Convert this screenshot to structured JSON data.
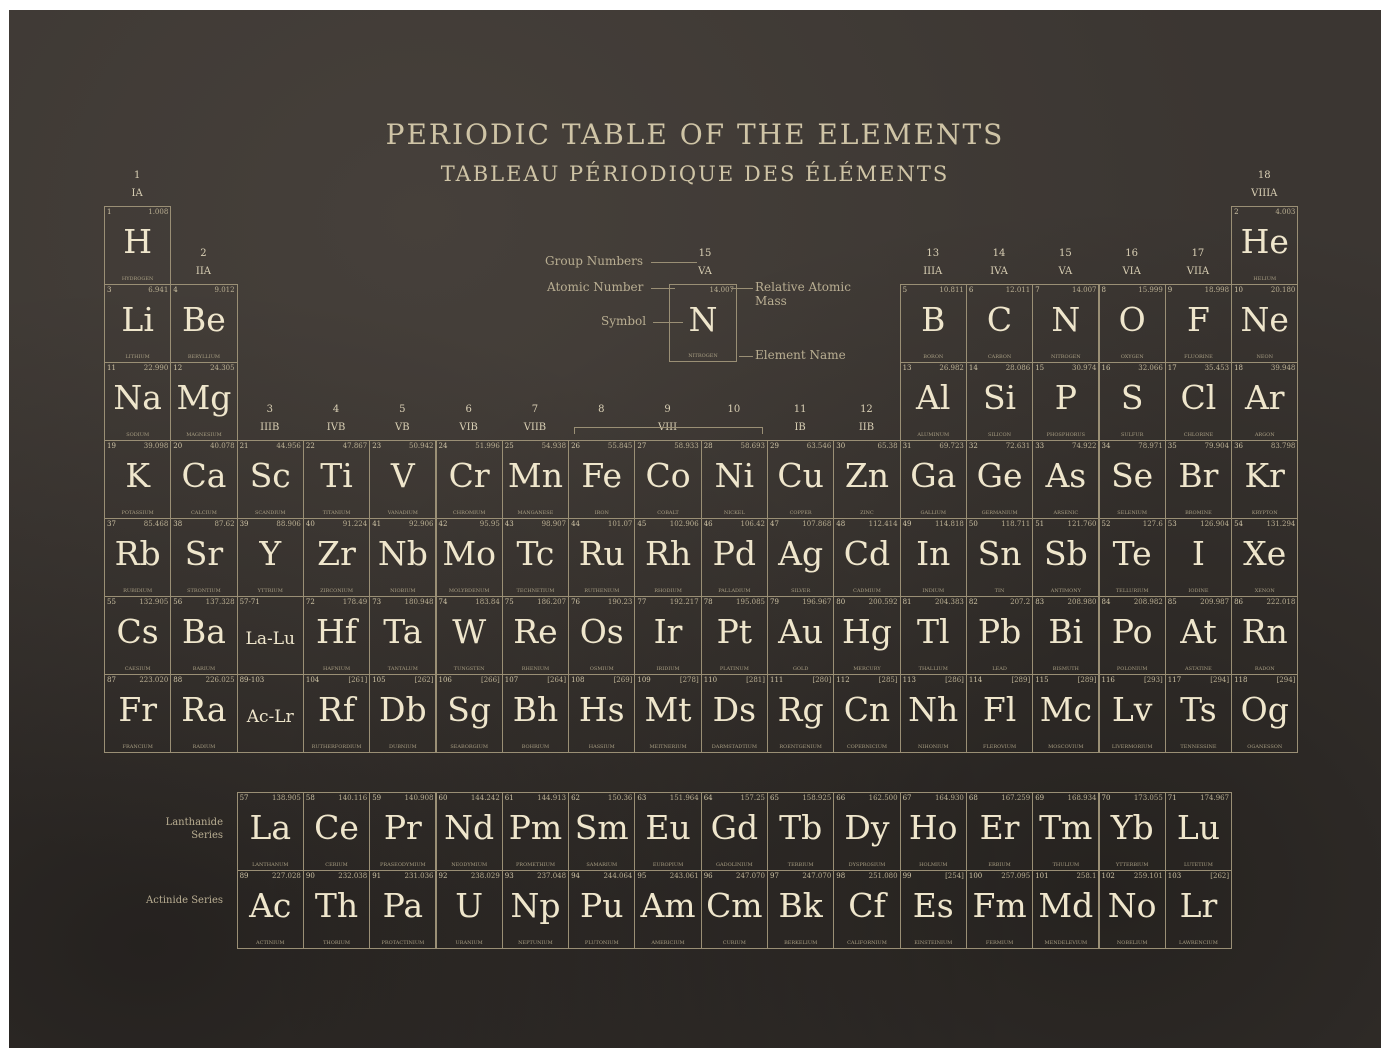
{
  "title": "PERIODIC TABLE OF THE ELEMENTS",
  "subtitle": "TABLEAU PÉRIODIQUE DES ÉLÉMENTS",
  "legend": {
    "group_numbers": "Group Numbers",
    "atomic_number": "Atomic Number",
    "symbol": "Symbol",
    "relative_atomic_mass": "Relative Atomic Mass",
    "element_name": "Element Name",
    "example": {
      "group_num": "15",
      "group_roman": "VA",
      "symbol": "N",
      "mass": "14.007",
      "name": "NITROGEN"
    }
  },
  "series_labels": {
    "lanthanide": "Lanthanide Series",
    "actinide": "Actinide Series"
  },
  "groups": [
    {
      "num": "1",
      "roman": "IA",
      "col": 1,
      "row": 1
    },
    {
      "num": "2",
      "roman": "IIA",
      "col": 2,
      "row": 2
    },
    {
      "num": "3",
      "roman": "IIIB",
      "col": 3,
      "row": 4
    },
    {
      "num": "4",
      "roman": "IVB",
      "col": 4,
      "row": 4
    },
    {
      "num": "5",
      "roman": "VB",
      "col": 5,
      "row": 4
    },
    {
      "num": "6",
      "roman": "VIB",
      "col": 6,
      "row": 4
    },
    {
      "num": "7",
      "roman": "VIIB",
      "col": 7,
      "row": 4
    },
    {
      "num": "8",
      "roman": "",
      "col": 8,
      "row": 4
    },
    {
      "num": "9",
      "roman": "VIII",
      "col": 9,
      "row": 4
    },
    {
      "num": "10",
      "roman": "",
      "col": 10,
      "row": 4
    },
    {
      "num": "11",
      "roman": "IB",
      "col": 11,
      "row": 4
    },
    {
      "num": "12",
      "roman": "IIB",
      "col": 12,
      "row": 4
    },
    {
      "num": "13",
      "roman": "IIIA",
      "col": 13,
      "row": 2
    },
    {
      "num": "14",
      "roman": "IVA",
      "col": 14,
      "row": 2
    },
    {
      "num": "15",
      "roman": "VA",
      "col": 15,
      "row": 2
    },
    {
      "num": "16",
      "roman": "VIA",
      "col": 16,
      "row": 2
    },
    {
      "num": "17",
      "roman": "VIIA",
      "col": 17,
      "row": 2
    },
    {
      "num": "18",
      "roman": "VIIIA",
      "col": 18,
      "row": 1
    }
  ],
  "elements": [
    {
      "n": "1",
      "s": "H",
      "m": "1.008",
      "name": "HYDROGEN",
      "r": 1,
      "c": 1
    },
    {
      "n": "2",
      "s": "He",
      "m": "4.003",
      "name": "HELIUM",
      "r": 1,
      "c": 18
    },
    {
      "n": "3",
      "s": "Li",
      "m": "6.941",
      "name": "LITHIUM",
      "r": 2,
      "c": 1
    },
    {
      "n": "4",
      "s": "Be",
      "m": "9.012",
      "name": "BERYLLIUM",
      "r": 2,
      "c": 2
    },
    {
      "n": "5",
      "s": "B",
      "m": "10.811",
      "name": "BORON",
      "r": 2,
      "c": 13
    },
    {
      "n": "6",
      "s": "C",
      "m": "12.011",
      "name": "CARBON",
      "r": 2,
      "c": 14
    },
    {
      "n": "7",
      "s": "N",
      "m": "14.007",
      "name": "NITROGEN",
      "r": 2,
      "c": 15
    },
    {
      "n": "8",
      "s": "O",
      "m": "15.999",
      "name": "OXYGEN",
      "r": 2,
      "c": 16
    },
    {
      "n": "9",
      "s": "F",
      "m": "18.998",
      "name": "FLUORINE",
      "r": 2,
      "c": 17
    },
    {
      "n": "10",
      "s": "Ne",
      "m": "20.180",
      "name": "NEON",
      "r": 2,
      "c": 18
    },
    {
      "n": "11",
      "s": "Na",
      "m": "22.990",
      "name": "SODIUM",
      "r": 3,
      "c": 1
    },
    {
      "n": "12",
      "s": "Mg",
      "m": "24.305",
      "name": "MAGNESIUM",
      "r": 3,
      "c": 2
    },
    {
      "n": "13",
      "s": "Al",
      "m": "26.982",
      "name": "ALUMINUM",
      "r": 3,
      "c": 13
    },
    {
      "n": "14",
      "s": "Si",
      "m": "28.086",
      "name": "SILICON",
      "r": 3,
      "c": 14
    },
    {
      "n": "15",
      "s": "P",
      "m": "30.974",
      "name": "PHOSPHORUS",
      "r": 3,
      "c": 15
    },
    {
      "n": "16",
      "s": "S",
      "m": "32.066",
      "name": "SULFUR",
      "r": 3,
      "c": 16
    },
    {
      "n": "17",
      "s": "Cl",
      "m": "35.453",
      "name": "CHLORINE",
      "r": 3,
      "c": 17
    },
    {
      "n": "18",
      "s": "Ar",
      "m": "39.948",
      "name": "ARGON",
      "r": 3,
      "c": 18
    },
    {
      "n": "19",
      "s": "K",
      "m": "39.098",
      "name": "POTASSIUM",
      "r": 4,
      "c": 1
    },
    {
      "n": "20",
      "s": "Ca",
      "m": "40.078",
      "name": "CALCIUM",
      "r": 4,
      "c": 2
    },
    {
      "n": "21",
      "s": "Sc",
      "m": "44.956",
      "name": "SCANDIUM",
      "r": 4,
      "c": 3
    },
    {
      "n": "22",
      "s": "Ti",
      "m": "47.867",
      "name": "TITANIUM",
      "r": 4,
      "c": 4
    },
    {
      "n": "23",
      "s": "V",
      "m": "50.942",
      "name": "VANADIUM",
      "r": 4,
      "c": 5
    },
    {
      "n": "24",
      "s": "Cr",
      "m": "51.996",
      "name": "CHROMIUM",
      "r": 4,
      "c": 6
    },
    {
      "n": "25",
      "s": "Mn",
      "m": "54.938",
      "name": "MANGANESE",
      "r": 4,
      "c": 7
    },
    {
      "n": "26",
      "s": "Fe",
      "m": "55.845",
      "name": "IRON",
      "r": 4,
      "c": 8
    },
    {
      "n": "27",
      "s": "Co",
      "m": "58.933",
      "name": "COBALT",
      "r": 4,
      "c": 9
    },
    {
      "n": "28",
      "s": "Ni",
      "m": "58.693",
      "name": "NICKEL",
      "r": 4,
      "c": 10
    },
    {
      "n": "29",
      "s": "Cu",
      "m": "63.546",
      "name": "COPPER",
      "r": 4,
      "c": 11
    },
    {
      "n": "30",
      "s": "Zn",
      "m": "65.38",
      "name": "ZINC",
      "r": 4,
      "c": 12
    },
    {
      "n": "31",
      "s": "Ga",
      "m": "69.723",
      "name": "GALLIUM",
      "r": 4,
      "c": 13
    },
    {
      "n": "32",
      "s": "Ge",
      "m": "72.631",
      "name": "GERMANIUM",
      "r": 4,
      "c": 14
    },
    {
      "n": "33",
      "s": "As",
      "m": "74.922",
      "name": "ARSENIC",
      "r": 4,
      "c": 15
    },
    {
      "n": "34",
      "s": "Se",
      "m": "78.971",
      "name": "SELENIUM",
      "r": 4,
      "c": 16
    },
    {
      "n": "35",
      "s": "Br",
      "m": "79.904",
      "name": "BROMINE",
      "r": 4,
      "c": 17
    },
    {
      "n": "36",
      "s": "Kr",
      "m": "83.798",
      "name": "KRYPTON",
      "r": 4,
      "c": 18
    },
    {
      "n": "37",
      "s": "Rb",
      "m": "85.468",
      "name": "RUBIDIUM",
      "r": 5,
      "c": 1
    },
    {
      "n": "38",
      "s": "Sr",
      "m": "87.62",
      "name": "STRONTIUM",
      "r": 5,
      "c": 2
    },
    {
      "n": "39",
      "s": "Y",
      "m": "88.906",
      "name": "YTTRIUM",
      "r": 5,
      "c": 3
    },
    {
      "n": "40",
      "s": "Zr",
      "m": "91.224",
      "name": "ZIRCONIUM",
      "r": 5,
      "c": 4
    },
    {
      "n": "41",
      "s": "Nb",
      "m": "92.906",
      "name": "NIOBIUM",
      "r": 5,
      "c": 5
    },
    {
      "n": "42",
      "s": "Mo",
      "m": "95.95",
      "name": "MOLYBDENUM",
      "r": 5,
      "c": 6
    },
    {
      "n": "43",
      "s": "Tc",
      "m": "98.907",
      "name": "TECHNETIUM",
      "r": 5,
      "c": 7
    },
    {
      "n": "44",
      "s": "Ru",
      "m": "101.07",
      "name": "RUTHENIUM",
      "r": 5,
      "c": 8
    },
    {
      "n": "45",
      "s": "Rh",
      "m": "102.906",
      "name": "RHODIUM",
      "r": 5,
      "c": 9
    },
    {
      "n": "46",
      "s": "Pd",
      "m": "106.42",
      "name": "PALLADIUM",
      "r": 5,
      "c": 10
    },
    {
      "n": "47",
      "s": "Ag",
      "m": "107.868",
      "name": "SILVER",
      "r": 5,
      "c": 11
    },
    {
      "n": "48",
      "s": "Cd",
      "m": "112.414",
      "name": "CADMIUM",
      "r": 5,
      "c": 12
    },
    {
      "n": "49",
      "s": "In",
      "m": "114.818",
      "name": "INDIUM",
      "r": 5,
      "c": 13
    },
    {
      "n": "50",
      "s": "Sn",
      "m": "118.711",
      "name": "TIN",
      "r": 5,
      "c": 14
    },
    {
      "n": "51",
      "s": "Sb",
      "m": "121.760",
      "name": "ANTIMONY",
      "r": 5,
      "c": 15
    },
    {
      "n": "52",
      "s": "Te",
      "m": "127.6",
      "name": "TELLURIUM",
      "r": 5,
      "c": 16
    },
    {
      "n": "53",
      "s": "I",
      "m": "126.904",
      "name": "IODINE",
      "r": 5,
      "c": 17
    },
    {
      "n": "54",
      "s": "Xe",
      "m": "131.294",
      "name": "XENON",
      "r": 5,
      "c": 18
    },
    {
      "n": "55",
      "s": "Cs",
      "m": "132.905",
      "name": "CAESIUM",
      "r": 6,
      "c": 1
    },
    {
      "n": "56",
      "s": "Ba",
      "m": "137.328",
      "name": "BARIUM",
      "r": 6,
      "c": 2
    },
    {
      "n": "57-71",
      "s": "La-Lu",
      "m": "",
      "name": "",
      "r": 6,
      "c": 3,
      "small": true
    },
    {
      "n": "72",
      "s": "Hf",
      "m": "178.49",
      "name": "HAFNIUM",
      "r": 6,
      "c": 4
    },
    {
      "n": "73",
      "s": "Ta",
      "m": "180.948",
      "name": "TANTALUM",
      "r": 6,
      "c": 5
    },
    {
      "n": "74",
      "s": "W",
      "m": "183.84",
      "name": "TUNGSTEN",
      "r": 6,
      "c": 6
    },
    {
      "n": "75",
      "s": "Re",
      "m": "186.207",
      "name": "RHENIUM",
      "r": 6,
      "c": 7
    },
    {
      "n": "76",
      "s": "Os",
      "m": "190.23",
      "name": "OSMIUM",
      "r": 6,
      "c": 8
    },
    {
      "n": "77",
      "s": "Ir",
      "m": "192.217",
      "name": "IRIDIUM",
      "r": 6,
      "c": 9
    },
    {
      "n": "78",
      "s": "Pt",
      "m": "195.085",
      "name": "PLATINUM",
      "r": 6,
      "c": 10
    },
    {
      "n": "79",
      "s": "Au",
      "m": "196.967",
      "name": "GOLD",
      "r": 6,
      "c": 11
    },
    {
      "n": "80",
      "s": "Hg",
      "m": "200.592",
      "name": "MERCURY",
      "r": 6,
      "c": 12
    },
    {
      "n": "81",
      "s": "Tl",
      "m": "204.383",
      "name": "THALLIUM",
      "r": 6,
      "c": 13
    },
    {
      "n": "82",
      "s": "Pb",
      "m": "207.2",
      "name": "LEAD",
      "r": 6,
      "c": 14
    },
    {
      "n": "83",
      "s": "Bi",
      "m": "208.980",
      "name": "BISMUTH",
      "r": 6,
      "c": 15
    },
    {
      "n": "84",
      "s": "Po",
      "m": "208.982",
      "name": "POLONIUM",
      "r": 6,
      "c": 16
    },
    {
      "n": "85",
      "s": "At",
      "m": "209.987",
      "name": "ASTATINE",
      "r": 6,
      "c": 17
    },
    {
      "n": "86",
      "s": "Rn",
      "m": "222.018",
      "name": "RADON",
      "r": 6,
      "c": 18
    },
    {
      "n": "87",
      "s": "Fr",
      "m": "223.020",
      "name": "FRANCIUM",
      "r": 7,
      "c": 1
    },
    {
      "n": "88",
      "s": "Ra",
      "m": "226.025",
      "name": "RADIUM",
      "r": 7,
      "c": 2
    },
    {
      "n": "89-103",
      "s": "Ac-Lr",
      "m": "",
      "name": "",
      "r": 7,
      "c": 3,
      "small": true
    },
    {
      "n": "104",
      "s": "Rf",
      "m": "[261]",
      "name": "RUTHERFORDIUM",
      "r": 7,
      "c": 4
    },
    {
      "n": "105",
      "s": "Db",
      "m": "[262]",
      "name": "DUBNIUM",
      "r": 7,
      "c": 5
    },
    {
      "n": "106",
      "s": "Sg",
      "m": "[266]",
      "name": "SEABORGIUM",
      "r": 7,
      "c": 6
    },
    {
      "n": "107",
      "s": "Bh",
      "m": "[264]",
      "name": "BOHRIUM",
      "r": 7,
      "c": 7
    },
    {
      "n": "108",
      "s": "Hs",
      "m": "[269]",
      "name": "HASSIUM",
      "r": 7,
      "c": 8
    },
    {
      "n": "109",
      "s": "Mt",
      "m": "[278]",
      "name": "MEITNERIUM",
      "r": 7,
      "c": 9
    },
    {
      "n": "110",
      "s": "Ds",
      "m": "[281]",
      "name": "DARMSTADTIUM",
      "r": 7,
      "c": 10
    },
    {
      "n": "111",
      "s": "Rg",
      "m": "[280]",
      "name": "ROENTGENIUM",
      "r": 7,
      "c": 11
    },
    {
      "n": "112",
      "s": "Cn",
      "m": "[285]",
      "name": "COPERNICIUM",
      "r": 7,
      "c": 12
    },
    {
      "n": "113",
      "s": "Nh",
      "m": "[286]",
      "name": "NIHONIUM",
      "r": 7,
      "c": 13
    },
    {
      "n": "114",
      "s": "Fl",
      "m": "[289]",
      "name": "FLEROVIUM",
      "r": 7,
      "c": 14
    },
    {
      "n": "115",
      "s": "Mc",
      "m": "[289]",
      "name": "MOSCOVIUM",
      "r": 7,
      "c": 15
    },
    {
      "n": "116",
      "s": "Lv",
      "m": "[293]",
      "name": "LIVERMORIUM",
      "r": 7,
      "c": 16
    },
    {
      "n": "117",
      "s": "Ts",
      "m": "[294]",
      "name": "TENNESSINE",
      "r": 7,
      "c": 17
    },
    {
      "n": "118",
      "s": "Og",
      "m": "[294]",
      "name": "OGANESSON",
      "r": 7,
      "c": 18
    },
    {
      "n": "57",
      "s": "La",
      "m": "138.905",
      "name": "LANTHANUM",
      "r": 9,
      "c": 3
    },
    {
      "n": "58",
      "s": "Ce",
      "m": "140.116",
      "name": "CERIUM",
      "r": 9,
      "c": 4
    },
    {
      "n": "59",
      "s": "Pr",
      "m": "140.908",
      "name": "PRASEODYMIUM",
      "r": 9,
      "c": 5
    },
    {
      "n": "60",
      "s": "Nd",
      "m": "144.242",
      "name": "NEODYMIUM",
      "r": 9,
      "c": 6
    },
    {
      "n": "61",
      "s": "Pm",
      "m": "144.913",
      "name": "PROMETHIUM",
      "r": 9,
      "c": 7
    },
    {
      "n": "62",
      "s": "Sm",
      "m": "150.36",
      "name": "SAMARIUM",
      "r": 9,
      "c": 8
    },
    {
      "n": "63",
      "s": "Eu",
      "m": "151.964",
      "name": "EUROPIUM",
      "r": 9,
      "c": 9
    },
    {
      "n": "64",
      "s": "Gd",
      "m": "157.25",
      "name": "GADOLINIUM",
      "r": 9,
      "c": 10
    },
    {
      "n": "65",
      "s": "Tb",
      "m": "158.925",
      "name": "TERBIUM",
      "r": 9,
      "c": 11
    },
    {
      "n": "66",
      "s": "Dy",
      "m": "162.500",
      "name": "DYSPROSIUM",
      "r": 9,
      "c": 12
    },
    {
      "n": "67",
      "s": "Ho",
      "m": "164.930",
      "name": "HOLMIUM",
      "r": 9,
      "c": 13
    },
    {
      "n": "68",
      "s": "Er",
      "m": "167.259",
      "name": "ERBIUM",
      "r": 9,
      "c": 14
    },
    {
      "n": "69",
      "s": "Tm",
      "m": "168.934",
      "name": "THULIUM",
      "r": 9,
      "c": 15
    },
    {
      "n": "70",
      "s": "Yb",
      "m": "173.055",
      "name": "YTTERBIUM",
      "r": 9,
      "c": 16
    },
    {
      "n": "71",
      "s": "Lu",
      "m": "174.967",
      "name": "LUTETIUM",
      "r": 9,
      "c": 17
    },
    {
      "n": "89",
      "s": "Ac",
      "m": "227.028",
      "name": "ACTINIUM",
      "r": 10,
      "c": 3
    },
    {
      "n": "90",
      "s": "Th",
      "m": "232.038",
      "name": "THORIUM",
      "r": 10,
      "c": 4
    },
    {
      "n": "91",
      "s": "Pa",
      "m": "231.036",
      "name": "PROTACTINIUM",
      "r": 10,
      "c": 5
    },
    {
      "n": "92",
      "s": "U",
      "m": "238.029",
      "name": "URANIUM",
      "r": 10,
      "c": 6
    },
    {
      "n": "93",
      "s": "Np",
      "m": "237.048",
      "name": "NEPTUNIUM",
      "r": 10,
      "c": 7
    },
    {
      "n": "94",
      "s": "Pu",
      "m": "244.064",
      "name": "PLUTONIUM",
      "r": 10,
      "c": 8
    },
    {
      "n": "95",
      "s": "Am",
      "m": "243.061",
      "name": "AMERICIUM",
      "r": 10,
      "c": 9
    },
    {
      "n": "96",
      "s": "Cm",
      "m": "247.070",
      "name": "CURIUM",
      "r": 10,
      "c": 10
    },
    {
      "n": "97",
      "s": "Bk",
      "m": "247.070",
      "name": "BERKELIUM",
      "r": 10,
      "c": 11
    },
    {
      "n": "98",
      "s": "Cf",
      "m": "251.080",
      "name": "CALIFORNIUM",
      "r": 10,
      "c": 12
    },
    {
      "n": "99",
      "s": "Es",
      "m": "[254]",
      "name": "EINSTEINIUM",
      "r": 10,
      "c": 13
    },
    {
      "n": "100",
      "s": "Fm",
      "m": "257.095",
      "name": "FERMIUM",
      "r": 10,
      "c": 14
    },
    {
      "n": "101",
      "s": "Md",
      "m": "258.1",
      "name": "MENDELEVIUM",
      "r": 10,
      "c": 15
    },
    {
      "n": "102",
      "s": "No",
      "m": "259.101",
      "name": "NOBELIUM",
      "r": 10,
      "c": 16
    },
    {
      "n": "103",
      "s": "Lr",
      "m": "[262]",
      "name": "LAWRENCIUM",
      "r": 10,
      "c": 17
    }
  ]
}
